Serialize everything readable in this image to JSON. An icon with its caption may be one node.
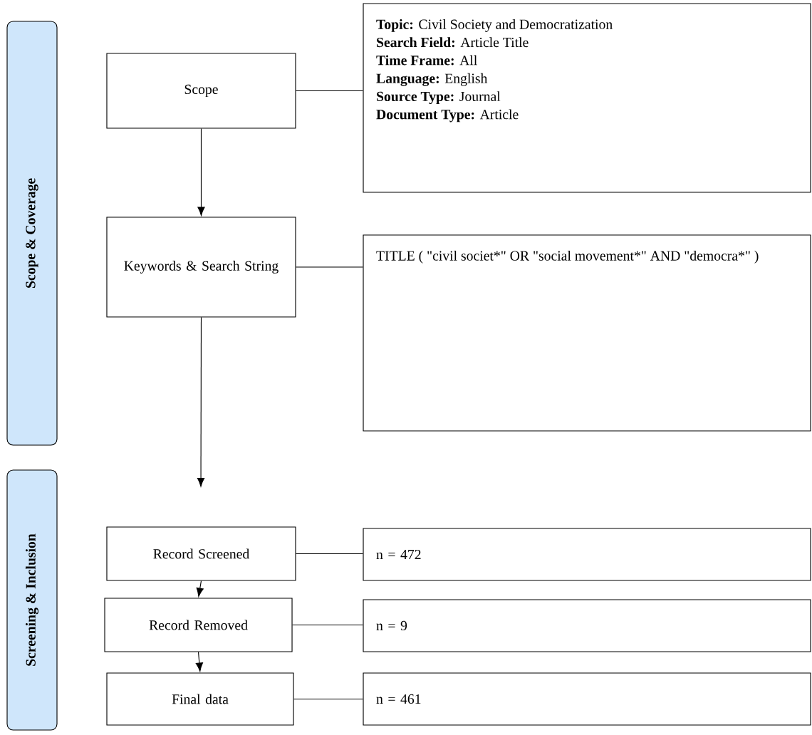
{
  "diagram": {
    "nodes": [
      {
        "text": [
          "Scope & Coverage"
        ]
      },
      {
        "text": [
          "Screening & Inclusion"
        ]
      },
      {
        "text": [
          "Scope"
        ]
      },
      {
        "text": [
          "**Topic:** Civil Society and Democratization",
          "**Search Field:** Article Title",
          "**Time Frame:** All",
          "**Language:** English",
          "**Source Type:** Journal",
          "**Document Type:** Article"
        ]
      },
      {
        "text": [
          "Keywords & Search String"
        ]
      },
      {
        "text": [
          "TITLE ( \"civil societ*\"  OR  \"social movement*\"  AND \"democra*\" )"
        ]
      },
      {
        "text": [
          "Record Screened"
        ]
      },
      {
        "text": [
          "n = 472"
        ]
      },
      {
        "text": [
          "Record Removed"
        ]
      },
      {
        "text": [
          "n = 9"
        ]
      },
      {
        "text": [
          "Final data"
        ]
      },
      {
        "text": [
          "n = 461"
        ]
      }
    ],
    "edges": [
      {
        "from": 2,
        "to": 3,
        "arrow": "none"
      },
      {
        "from": 2,
        "to": 4,
        "arrow": "to"
      },
      {
        "from": 4,
        "to": 5,
        "arrow": "none"
      },
      {
        "from": 4,
        "to": null,
        "arrow": "to"
      },
      {
        "from": 6,
        "to": 7,
        "arrow": "none"
      },
      {
        "from": 6,
        "to": 8,
        "arrow": "to"
      },
      {
        "from": 8,
        "to": 9,
        "arrow": "none"
      },
      {
        "from": 8,
        "to": 10,
        "arrow": "to"
      },
      {
        "from": 10,
        "to": 11,
        "arrow": "none"
      }
    ]
  }
}
